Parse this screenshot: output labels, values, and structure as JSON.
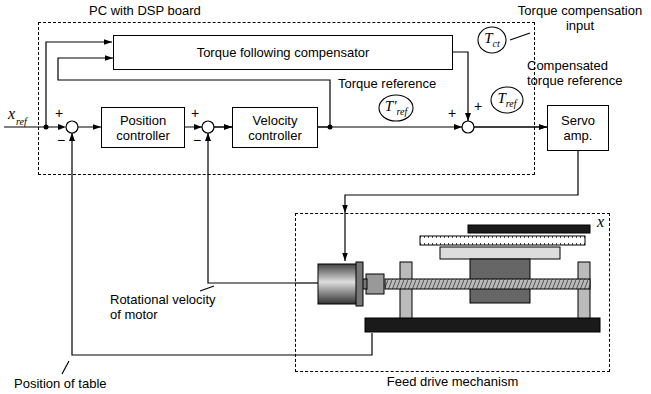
{
  "diagram": {
    "nodes": [
      {
        "text": [
          "PC with DSP board"
        ]
      },
      {
        "text": [
          "Torque following compensator"
        ],
        "in": 0
      },
      {
        "text": [
          "Position controller"
        ],
        "in": 0
      },
      {
        "text": [
          "Velocity controller"
        ],
        "in": 0
      },
      {
        "text": [
          "T",
          "ct"
        ],
        "in": 0
      },
      {
        "text": [
          "T′",
          "ref"
        ],
        "in": 0
      },
      {
        "text": [
          "T",
          "ref"
        ],
        "in": 0
      },
      {
        "text": [
          "Servo amp."
        ]
      },
      {
        "text": [
          "Feed drive mechanism"
        ]
      }
    ],
    "edges": [
      {
        "from": 2,
        "to": 3,
        "arrow": "to"
      },
      {
        "from": 3,
        "to": 1,
        "arrow": "to"
      },
      {
        "from": 3,
        "to": 7,
        "arrow": "to"
      },
      {
        "from": 1,
        "to": 7,
        "arrow": "to"
      },
      {
        "from": 7,
        "to": 8,
        "arrow": "to"
      },
      {
        "from": 8,
        "to": 3,
        "arrow": "to"
      },
      {
        "from": 8,
        "to": 2,
        "arrow": "to"
      }
    ],
    "labels": [
      "Torque compensation input",
      "Torque reference",
      "Compensated torque reference",
      "x",
      "ref",
      "+",
      "−",
      "+",
      "−",
      "+",
      "+",
      "x",
      "Rotational velocity of motor",
      "Position of table"
    ]
  }
}
